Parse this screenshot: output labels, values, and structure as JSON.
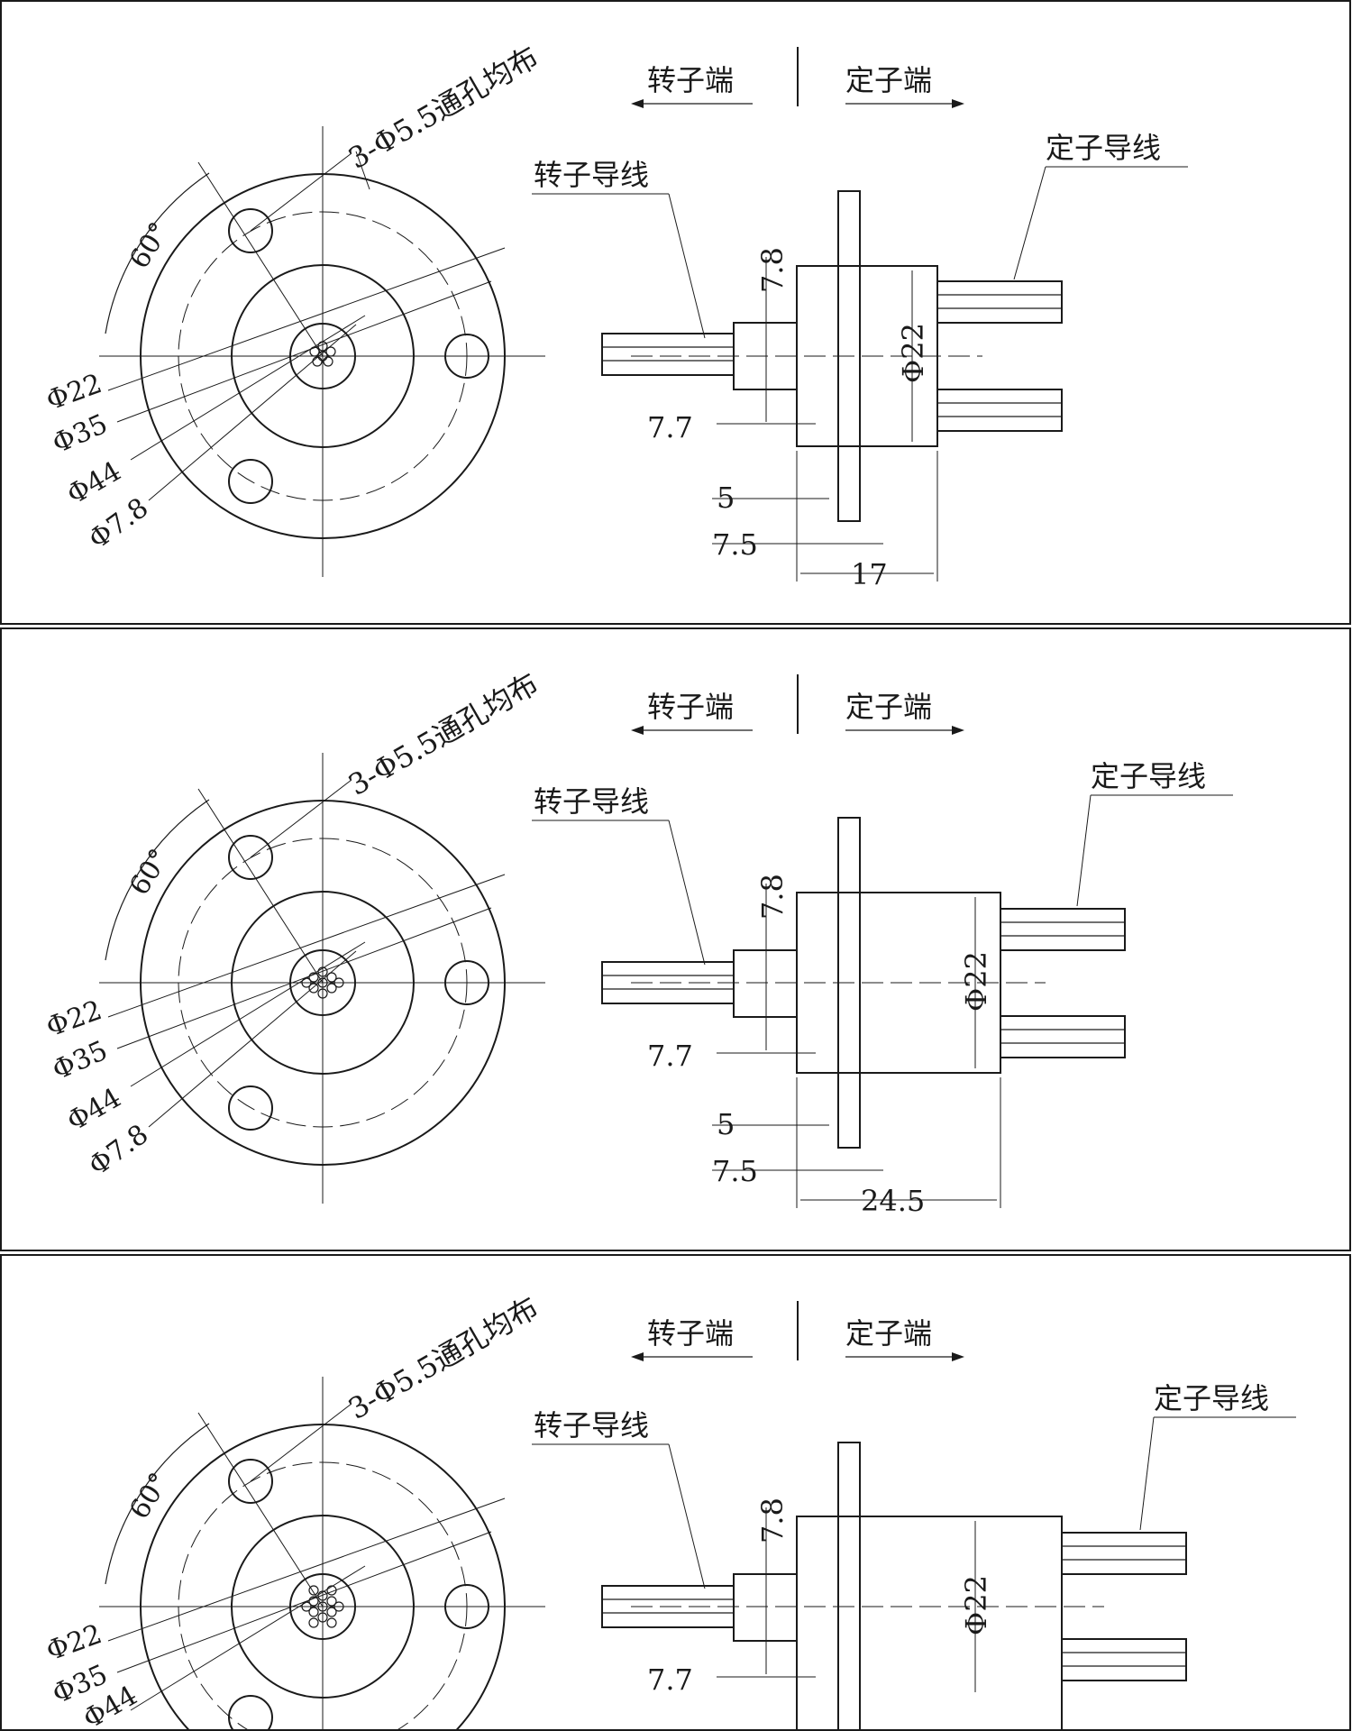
{
  "header_labels": {
    "rotor_end": "转子端",
    "stator_end": "定子端"
  },
  "panels": [
    {
      "hole_note": "3-Φ5.5通孔均布",
      "angle": "60°",
      "rotor_lead": "转子导线",
      "stator_lead": "定子导线",
      "diameters": [
        "Φ22",
        "Φ35",
        "Φ44",
        "Φ7.8"
      ],
      "dim_top": "7.8",
      "dim_body_dia": "Φ22",
      "dim_shaft": "7.7",
      "dim_flange": "5",
      "dim_offset": "7.5",
      "dim_length": "17",
      "rotor_wire_count": 3,
      "stator_wire_count": 6
    },
    {
      "hole_note": "3-Φ5.5通孔均布",
      "angle": "60°",
      "rotor_lead": "转子导线",
      "stator_lead": "定子导线",
      "diameters": [
        "Φ22",
        "Φ35",
        "Φ44",
        "Φ7.8"
      ],
      "dim_top": "7.8",
      "dim_body_dia": "Φ22",
      "dim_shaft": "7.7",
      "dim_flange": "5",
      "dim_offset": "7.5",
      "dim_length": "24.5",
      "rotor_wire_count": 3,
      "stator_wire_count": 6
    },
    {
      "hole_note": "3-Φ5.5通孔均布",
      "angle": "60°",
      "rotor_lead": "转子导线",
      "stator_lead": "定子导线",
      "diameters": [
        "Φ22",
        "Φ35",
        "Φ44"
      ],
      "dim_top": "7.8",
      "dim_body_dia": "Φ22",
      "dim_shaft": "7.7",
      "rotor_wire_count": 3,
      "stator_wire_count": 6
    }
  ],
  "colors": {
    "line": "#1a1a1a",
    "background": "#ffffff"
  }
}
